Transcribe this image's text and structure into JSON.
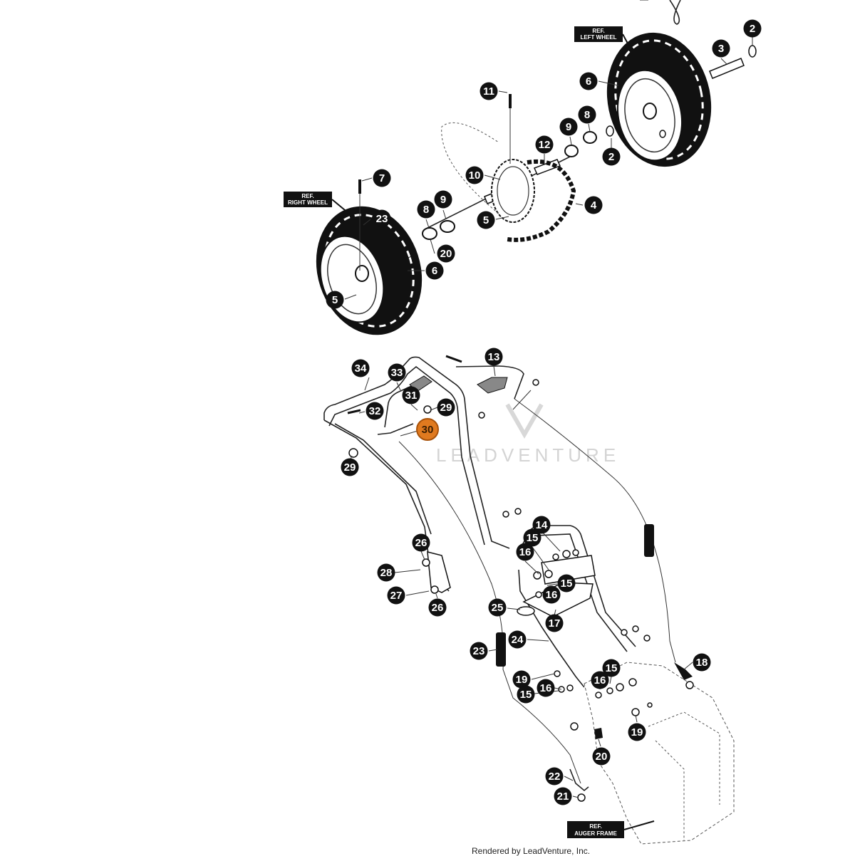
{
  "refs": {
    "left_wheel": [
      "REF.",
      "LEFT WHEEL"
    ],
    "right_wheel": [
      "REF.",
      "RIGHT WHEEL"
    ],
    "auger_frame": [
      "REF.",
      "AUGER FRAME"
    ]
  },
  "watermark": "LEADVENTURE",
  "footer": "Rendered by LeadVenture, Inc.",
  "highlighted_part": "30",
  "callouts": [
    {
      "id": "c2a",
      "label": "2"
    },
    {
      "id": "c3",
      "label": "3"
    },
    {
      "id": "c6a",
      "label": "6"
    },
    {
      "id": "c11",
      "label": "11"
    },
    {
      "id": "c8a",
      "label": "8"
    },
    {
      "id": "c9a",
      "label": "9"
    },
    {
      "id": "c2b",
      "label": "2"
    },
    {
      "id": "c12",
      "label": "12"
    },
    {
      "id": "c10",
      "label": "10"
    },
    {
      "id": "c7",
      "label": "7"
    },
    {
      "id": "c4",
      "label": "4"
    },
    {
      "id": "c8b",
      "label": "8"
    },
    {
      "id": "c9b",
      "label": "9"
    },
    {
      "id": "c5a",
      "label": "5"
    },
    {
      "id": "c23a",
      "label": "23"
    },
    {
      "id": "c20a",
      "label": "20"
    },
    {
      "id": "c6b",
      "label": "6"
    },
    {
      "id": "c5b",
      "label": "5"
    },
    {
      "id": "c34",
      "label": "34"
    },
    {
      "id": "c33",
      "label": "33"
    },
    {
      "id": "c13",
      "label": "13"
    },
    {
      "id": "c31",
      "label": "31"
    },
    {
      "id": "c32",
      "label": "32"
    },
    {
      "id": "c29a",
      "label": "29"
    },
    {
      "id": "c30",
      "label": "30"
    },
    {
      "id": "c29b",
      "label": "29"
    },
    {
      "id": "c14",
      "label": "14"
    },
    {
      "id": "c15a",
      "label": "15"
    },
    {
      "id": "c16a",
      "label": "16"
    },
    {
      "id": "c26a",
      "label": "26"
    },
    {
      "id": "c15b",
      "label": "15"
    },
    {
      "id": "c28",
      "label": "28"
    },
    {
      "id": "c16b",
      "label": "16"
    },
    {
      "id": "c27",
      "label": "27"
    },
    {
      "id": "c26b",
      "label": "26"
    },
    {
      "id": "c25",
      "label": "25"
    },
    {
      "id": "c17",
      "label": "17"
    },
    {
      "id": "c24",
      "label": "24"
    },
    {
      "id": "c23b",
      "label": "23"
    },
    {
      "id": "c18",
      "label": "18"
    },
    {
      "id": "c15c",
      "label": "15"
    },
    {
      "id": "c16c",
      "label": "16"
    },
    {
      "id": "c19a",
      "label": "19"
    },
    {
      "id": "c16d",
      "label": "16"
    },
    {
      "id": "c15d",
      "label": "15"
    },
    {
      "id": "c19b",
      "label": "19"
    },
    {
      "id": "c20b",
      "label": "20"
    },
    {
      "id": "c22",
      "label": "22"
    },
    {
      "id": "c21",
      "label": "21"
    }
  ]
}
